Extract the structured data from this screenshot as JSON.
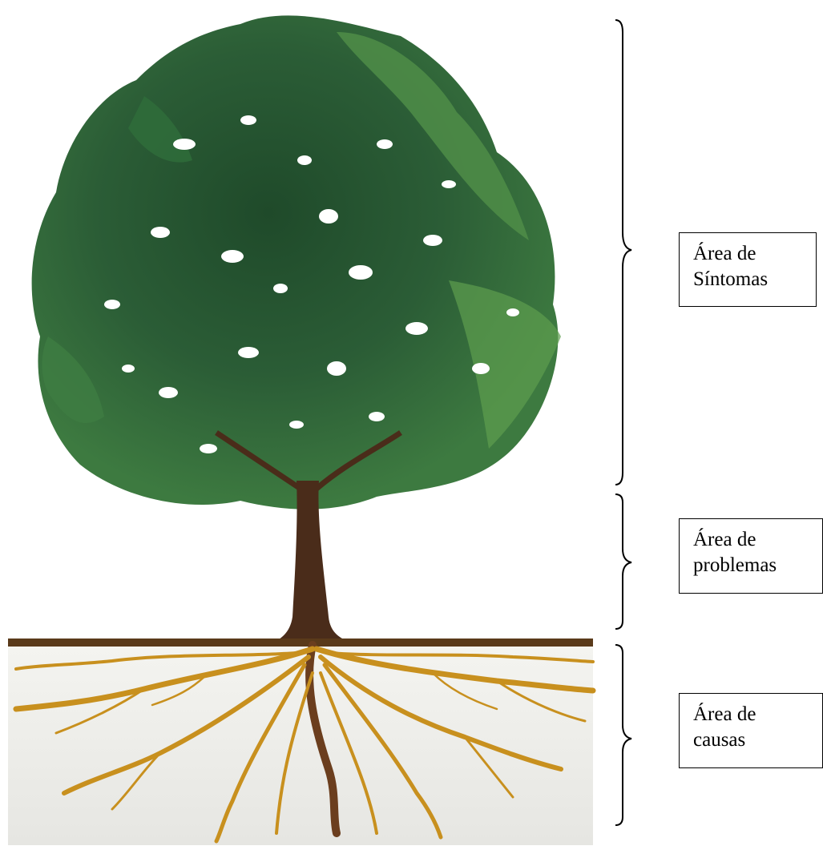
{
  "labels": {
    "symptoms": "Área de\nSíntomas",
    "problems": "Área de\nproblemas",
    "causes": "Área de\ncausas"
  },
  "illustration": {
    "foliage_icon": "tree-crown",
    "trunk_icon": "tree-trunk",
    "roots_icon": "tree-roots"
  },
  "colors": {
    "foliage_dark": "#1f4a2a",
    "foliage_mid": "#2f6b3a",
    "foliage_light": "#5e9e4e",
    "trunk": "#4a2c1a",
    "roots": "#c8901e",
    "ground_line": "#5a3a1a",
    "soil": "#eeeeea"
  }
}
